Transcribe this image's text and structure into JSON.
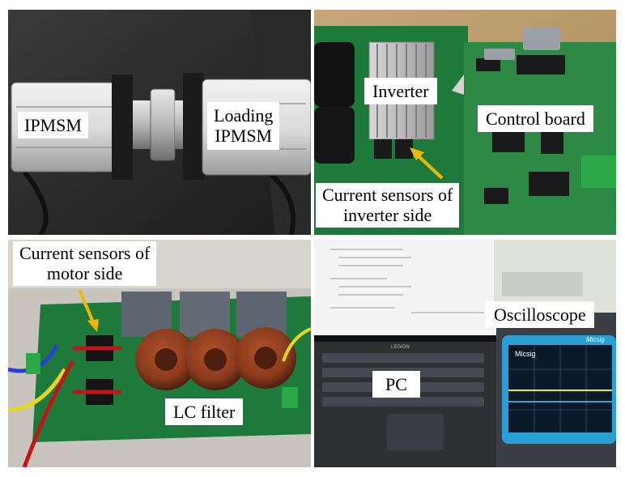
{
  "panels": {
    "motors": {
      "labels": {
        "ipmsm": "IPMSM",
        "loading_ipmsm": "Loading\nIPMSM"
      }
    },
    "inverter_board": {
      "labels": {
        "inverter": "Inverter",
        "control_board": "Control board",
        "current_sensors_inverter": "Current sensors of\ninverter side"
      }
    },
    "filter_board": {
      "labels": {
        "current_sensors_motor": "Current sensors of\nmotor side",
        "lc_filter": "LC filter"
      }
    },
    "pc_scope": {
      "labels": {
        "oscilloscope": "Oscilloscope",
        "pc": "PC",
        "laptop_brand": "LEGION",
        "scope_brand": "Micsig"
      }
    }
  },
  "colors": {
    "pcb_green": "#1e7a3a",
    "arrow": "#f2b705",
    "coil_copper": "#8a3b1c",
    "capacitor_grey": "#5d6670",
    "scope_blue": "#2a9fd6"
  }
}
